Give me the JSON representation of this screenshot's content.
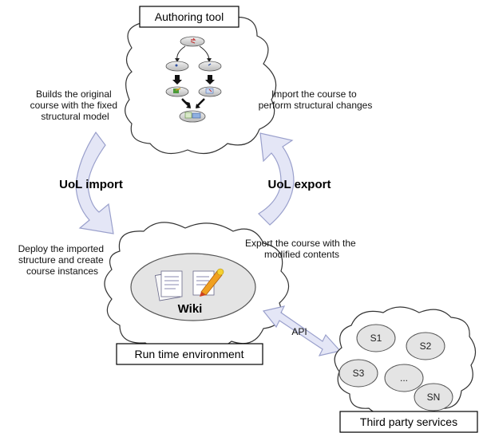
{
  "authoring_tool": {
    "title": "Authoring tool",
    "left_caption": [
      "Builds the original",
      "course with the fixed",
      "structural model"
    ],
    "right_caption": [
      "Import the course to",
      "perform structural changes"
    ]
  },
  "cycle": {
    "import_label": "UoL import",
    "export_label": "UoL export"
  },
  "runtime": {
    "title": "Run time environment",
    "left_caption": [
      "Deploy the imported",
      "structure and create",
      "course instances"
    ],
    "right_caption": [
      "Export the course with the",
      "modified contents"
    ],
    "wiki_label": "Wiki"
  },
  "api": {
    "label": "API"
  },
  "third_party": {
    "title": "Third party services",
    "services": [
      "S1",
      "S2",
      "S3",
      "...",
      "SN"
    ]
  },
  "colors": {
    "arrow_fill": "#e4e6f6",
    "arrow_stroke": "#9aa0cc",
    "ellipse_fill": "#e4e4e4",
    "ellipse_stroke": "#555555",
    "outline": "#333333"
  }
}
